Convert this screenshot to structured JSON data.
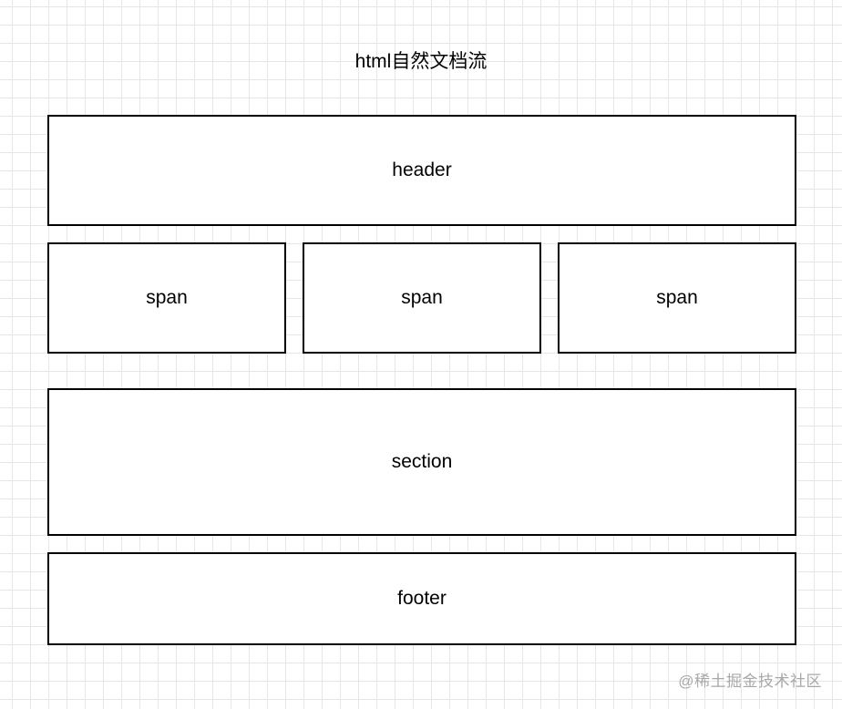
{
  "diagram": {
    "title": "html自然文档流",
    "boxes": {
      "header": "header",
      "span_1": "span",
      "span_2": "span",
      "span_3": "span",
      "section": "section",
      "footer": "footer"
    }
  },
  "watermark": "@稀土掘金技术社区"
}
